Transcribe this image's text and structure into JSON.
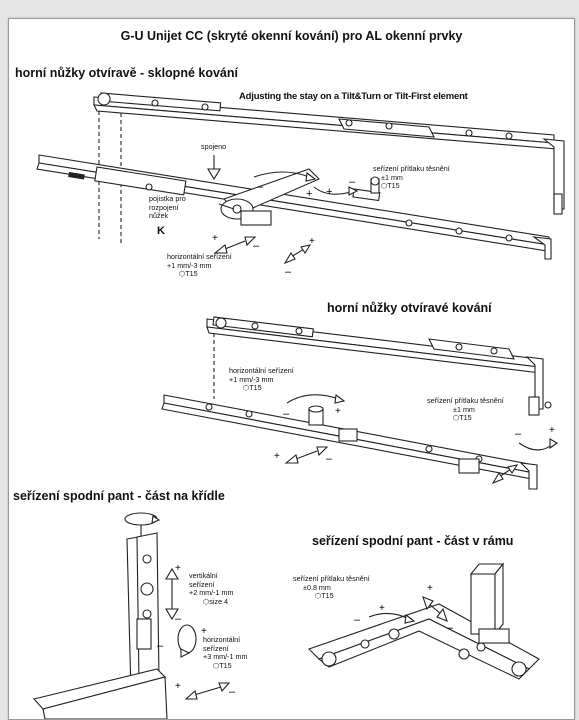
{
  "title": "G-U Unijet CC (skryté okenní kování) pro AL okenní prvky",
  "sections": {
    "tilt_turn": "horní nůžky  otvíravě - sklopné kování",
    "turn": "horní nůžky otvíravé kování",
    "sash_hinge": "seřízení spodní pant - část na křídle",
    "frame_hinge": "seřízení spodní pant - část v rámu"
  },
  "english_note": "Adjusting the stay on a Tilt&Turn or Tilt-First element",
  "labels": {
    "spojeno": "spojeno",
    "pojistka": [
      "pojistka pro",
      "rozpojení",
      "nůžek"
    ],
    "k": "K",
    "press1": [
      "seřízení přítlaku těsnění",
      "±1 mm",
      "T15"
    ],
    "horiz1": [
      "horizontální seřízení",
      "+1 mm/-3 mm",
      "T15"
    ],
    "horiz2": [
      "horizontální seřízení",
      "+1 mm/-3 mm",
      "T15"
    ],
    "press2": [
      "seřízení přítlaku těsnění",
      "±1 mm",
      "T15"
    ],
    "vert": [
      "vertikální",
      "seřízení",
      "+2 mm/-1 mm",
      "size 4"
    ],
    "horiz3": [
      "horizontální",
      "seřízení",
      "+3 mm/-1 mm",
      "T15"
    ],
    "press3": [
      "seřízení přítlaku těsnění",
      "±0.8 mm",
      "T15"
    ]
  }
}
